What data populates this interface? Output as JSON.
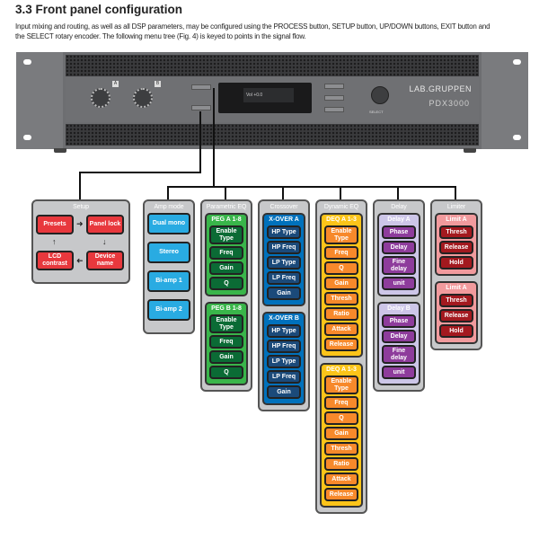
{
  "heading": "3.3  Front panel configuration",
  "intro": "Input mixing and routing, as well as all DSP parameters, may be configured using the PROCESS button, SETUP button, UP/DOWN buttons, EXIT button and the SELECT rotary encoder. The following menu tree (Fig. 4) is keyed to points in the signal flow.",
  "amp": {
    "brand": "LAB.GRUPPEN",
    "model": "PDX3000",
    "select_label": "SELECT",
    "lcd_text": "Vol  +0.0",
    "knob_a": "A",
    "knob_b": "B"
  },
  "setup": {
    "title": "Setup",
    "items": [
      "Presets",
      "Panel lock",
      "Device name",
      "LCD contrast"
    ]
  },
  "groups": [
    {
      "key": "amp-mode",
      "title": "Amp mode",
      "outer": "#c7c8ca",
      "item": "#29abe2",
      "subs": [
        {
          "title": "",
          "items": [
            "Dual mono",
            "Stereo",
            "Bi-amp 1",
            "Bi-amp 2"
          ]
        }
      ]
    },
    {
      "key": "parametric-eq",
      "title": "Parametric EQ",
      "sub": "#39b54a",
      "item": "#0b6b35",
      "subs": [
        {
          "title": "PEG A 1-8",
          "items": [
            "Enable Type",
            "Freq",
            "Gain",
            "Q"
          ]
        },
        {
          "title": "PEG B 1-8",
          "items": [
            "Enable Type",
            "Freq",
            "Gain",
            "Q"
          ]
        }
      ]
    },
    {
      "key": "crossover",
      "title": "Crossover",
      "sub": "#0071bc",
      "item": "#1b4a7a",
      "subs": [
        {
          "title": "X-OVER A",
          "items": [
            "HP Type",
            "HP Freq",
            "LP Type",
            "LP Freq",
            "Gain"
          ]
        },
        {
          "title": "X-OVER B",
          "items": [
            "HP Type",
            "HP Freq",
            "LP Type",
            "LP Freq",
            "Gain"
          ]
        }
      ]
    },
    {
      "key": "dynamic-eq",
      "title": "Dynamic EQ",
      "sub": "#fcc419",
      "item": "#f7892b",
      "subs": [
        {
          "title": "DEQ A 1-3",
          "items": [
            "Enable Type",
            "Freq",
            "Q",
            "Gain",
            "Thresh",
            "Ratio",
            "Attack",
            "Release"
          ]
        },
        {
          "title": "DEQ A 1-3",
          "items": [
            "Enable Type",
            "Freq",
            "Q",
            "Gain",
            "Thresh",
            "Ratio",
            "Attack",
            "Release"
          ]
        }
      ]
    },
    {
      "key": "delay",
      "title": "Delay",
      "sub": "#cdc6e8",
      "item": "#8e3c9c",
      "subs": [
        {
          "title": "Delay A",
          "items": [
            "Phase",
            "Delay",
            "Fine delay",
            "unit"
          ]
        },
        {
          "title": "Delay B",
          "items": [
            "Phase",
            "Delay",
            "Fine delay",
            "unit"
          ]
        }
      ]
    },
    {
      "key": "limiter",
      "title": "Limiter",
      "sub": "#f19a9d",
      "item": "#a3191f",
      "subs": [
        {
          "title": "Limit A",
          "items": [
            "Thresh",
            "Release",
            "Hold"
          ]
        },
        {
          "title": "Limit A",
          "items": [
            "Thresh",
            "Release",
            "Hold"
          ]
        }
      ]
    }
  ]
}
